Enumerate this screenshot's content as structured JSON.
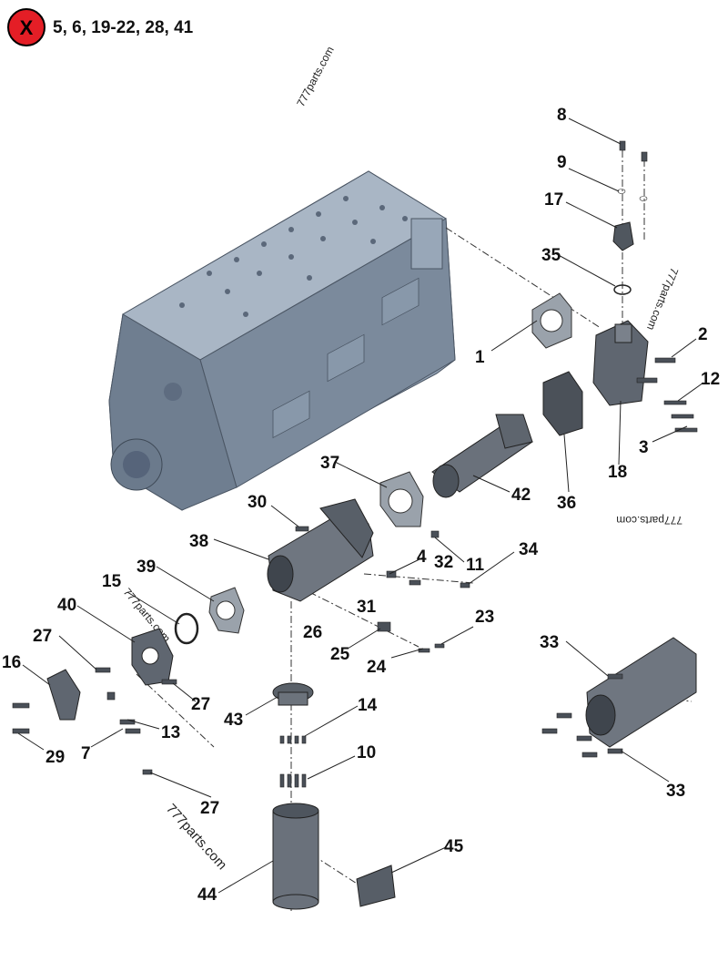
{
  "legend": {
    "badge_letter": "X",
    "badge_color": "#e41e26",
    "missing_parts": "5, 6, 19-22, 28, 41"
  },
  "watermark": "777parts.com",
  "colors": {
    "block": "#8d9cae",
    "block_dark": "#5f6d7e",
    "part": "#7d8590",
    "part_dark": "#4a5058"
  },
  "callouts": [
    {
      "label": "1"
    },
    {
      "label": "2"
    },
    {
      "label": "3"
    },
    {
      "label": "4"
    },
    {
      "label": "7"
    },
    {
      "label": "8"
    },
    {
      "label": "9"
    },
    {
      "label": "10"
    },
    {
      "label": "11"
    },
    {
      "label": "12"
    },
    {
      "label": "13"
    },
    {
      "label": "14"
    },
    {
      "label": "15"
    },
    {
      "label": "16"
    },
    {
      "label": "17"
    },
    {
      "label": "18"
    },
    {
      "label": "23"
    },
    {
      "label": "24"
    },
    {
      "label": "25"
    },
    {
      "label": "26"
    },
    {
      "label": "27"
    },
    {
      "label": "27"
    },
    {
      "label": "27"
    },
    {
      "label": "29"
    },
    {
      "label": "30"
    },
    {
      "label": "31"
    },
    {
      "label": "32"
    },
    {
      "label": "33"
    },
    {
      "label": "33"
    },
    {
      "label": "34"
    },
    {
      "label": "35"
    },
    {
      "label": "36"
    },
    {
      "label": "37"
    },
    {
      "label": "38"
    },
    {
      "label": "39"
    },
    {
      "label": "40"
    },
    {
      "label": "42"
    },
    {
      "label": "43"
    },
    {
      "label": "44"
    },
    {
      "label": "45"
    }
  ]
}
